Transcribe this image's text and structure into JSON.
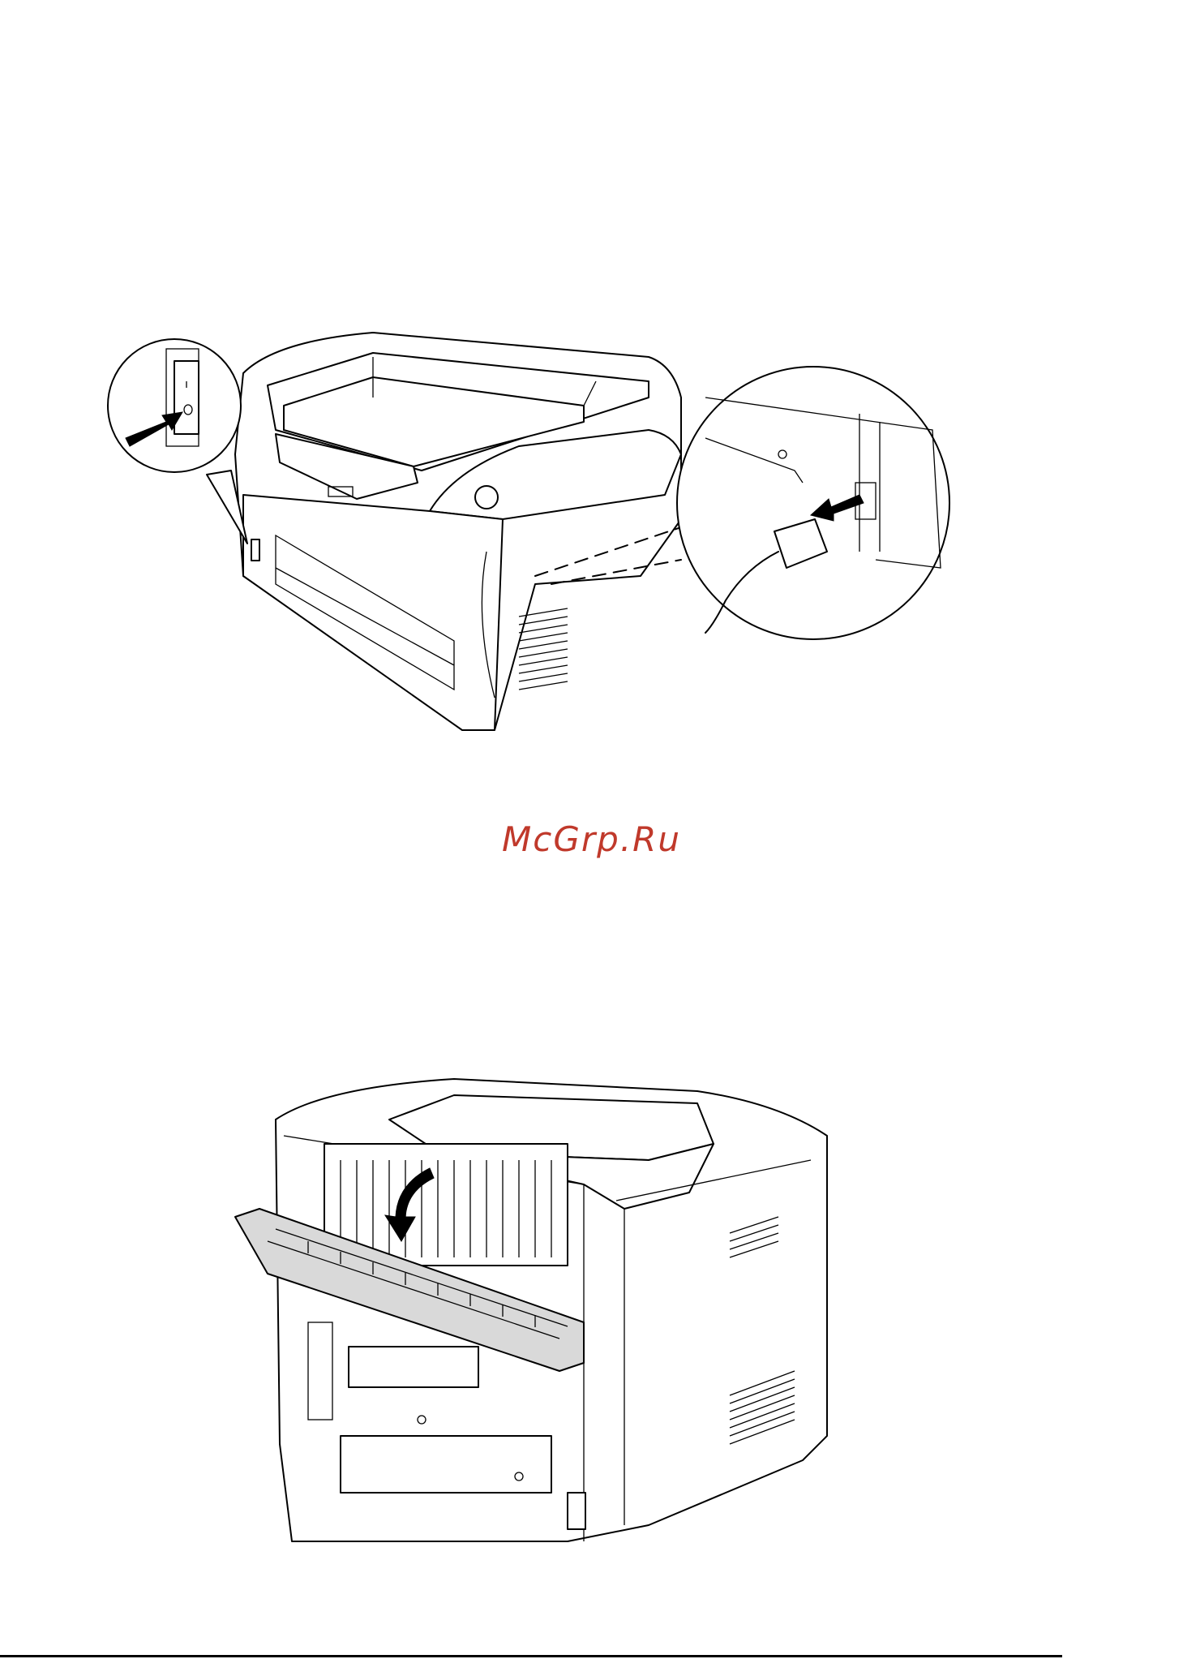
{
  "watermark": {
    "text": "McGrp.Ru",
    "color": "#c0392b"
  },
  "figures": [
    {
      "id": "figure-power-switch",
      "icons": [
        "printer-front-icon",
        "power-switch-callout-icon",
        "power-cord-callout-icon",
        "arrow-icon"
      ]
    },
    {
      "id": "figure-rear-cover",
      "icons": [
        "printer-rear-icon",
        "open-cover-arrow-icon"
      ]
    }
  ]
}
